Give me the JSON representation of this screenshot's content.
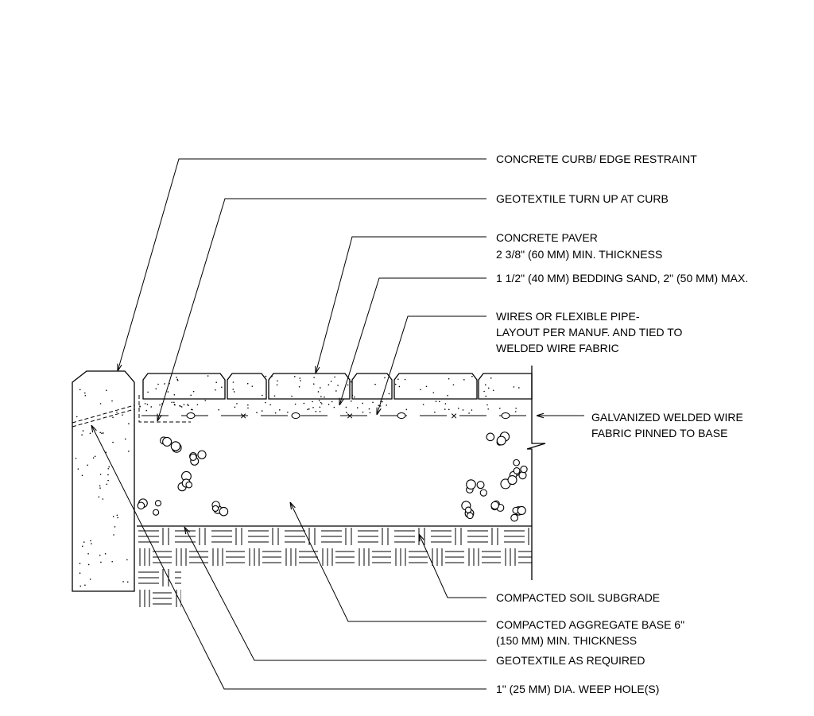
{
  "labels": {
    "curb": "CONCRETE CURB/ EDGE RESTRAINT",
    "geotextile_turn": "GEOTEXTILE TURN UP AT CURB",
    "paver_1": "CONCRETE PAVER",
    "paver_2": "2 3/8\" (60 MM) MIN. THICKNESS",
    "sand": "1 1/2\" (40 MM) BEDDING SAND, 2\" (50 MM) MAX.",
    "wires_1": "WIRES OR FLEXIBLE PIPE-",
    "wires_2": "LAYOUT PER MANUF. AND TIED TO",
    "wires_3": "WELDED WIRE FABRIC",
    "fabric_1": "GALVANIZED WELDED WIRE",
    "fabric_2": "FABRIC PINNED TO BASE",
    "soil": "COMPACTED SOIL SUBGRADE",
    "base_1": "COMPACTED AGGREGATE BASE 6\"",
    "base_2": "(150 MM) MIN. THICKNESS",
    "geotextile_req": "GEOTEXTILE AS REQUIRED",
    "weep": "1\" (25 MM) DIA. WEEP HOLE(S)"
  }
}
